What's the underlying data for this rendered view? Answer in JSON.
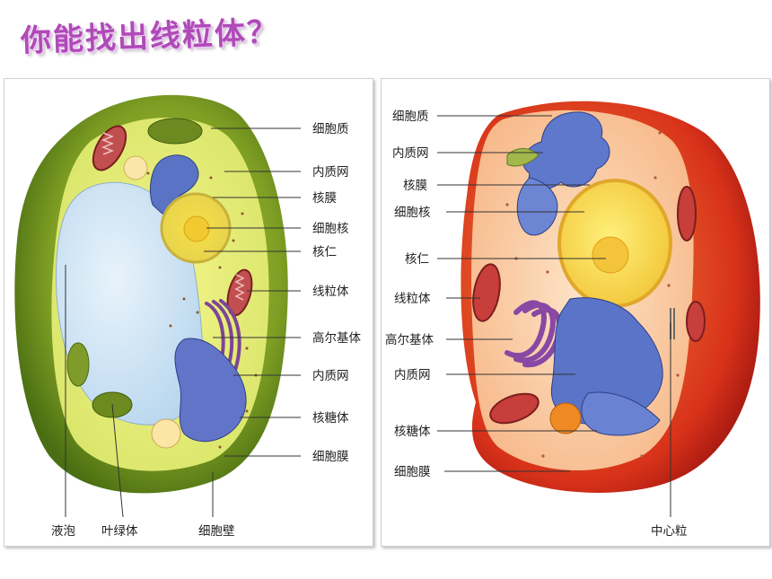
{
  "title": "你能找出线粒体？",
  "plant_cell": {
    "labels": {
      "cytoplasm": "细胞质",
      "er_top": "内质网",
      "nuclear_envelope": "核膜",
      "nucleus": "细胞核",
      "nucleolus": "核仁",
      "mitochondrion": "线粒体",
      "golgi": "高尔基体",
      "er_bottom": "内质网",
      "ribosome": "核糖体",
      "cell_membrane": "细胞膜",
      "vacuole": "液泡",
      "chloroplast": "叶绿体",
      "cell_wall": "细胞壁"
    }
  },
  "animal_cell": {
    "labels": {
      "cytoplasm": "细胞质",
      "er_top": "内质网",
      "nuclear_envelope": "核膜",
      "nucleus": "细胞核",
      "nucleolus": "核仁",
      "mitochondrion": "线粒体",
      "golgi": "高尔基体",
      "er_bottom": "内质网",
      "ribosome": "核糖体",
      "cell_membrane": "细胞膜",
      "centriole": "中心粒"
    }
  }
}
